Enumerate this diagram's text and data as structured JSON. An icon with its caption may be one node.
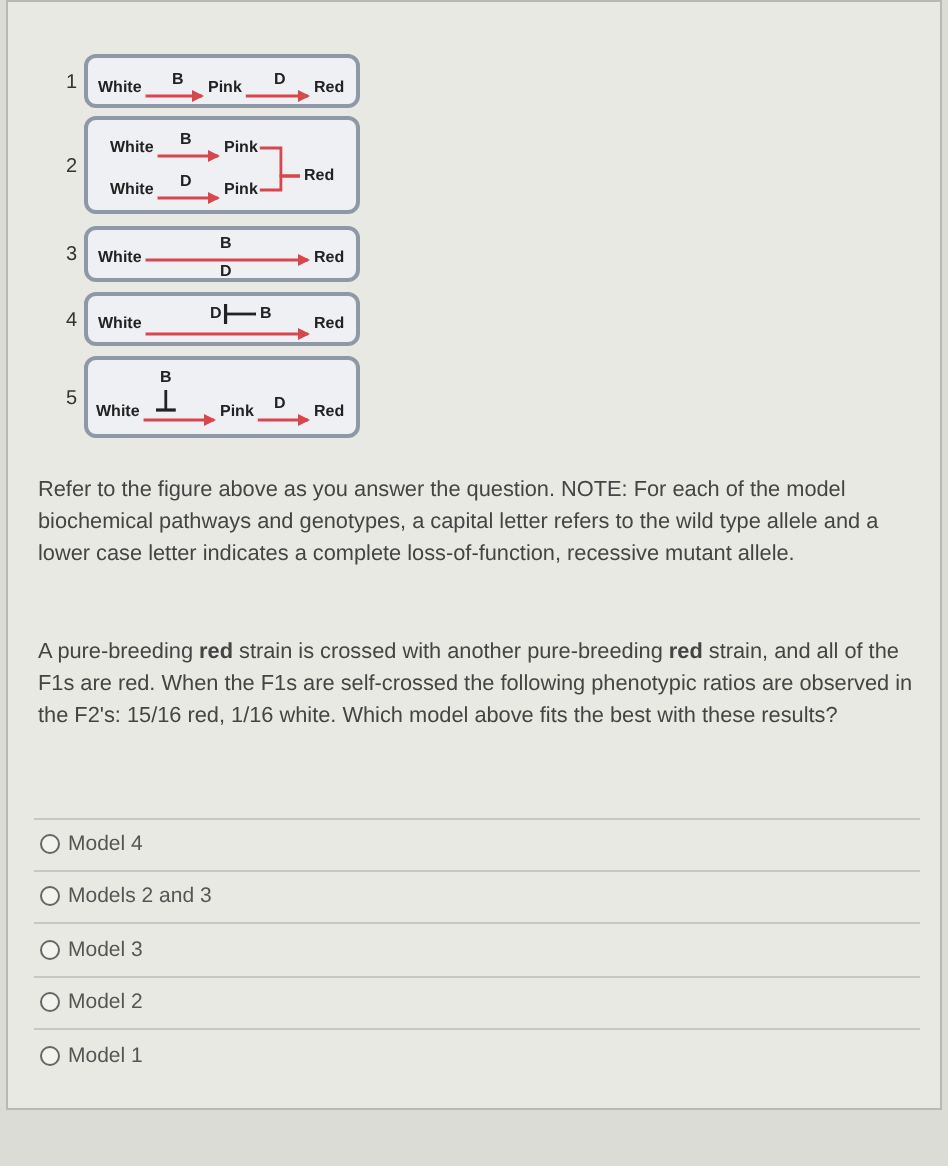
{
  "diagram": {
    "nodes": [
      {
        "text": [
          "1"
        ]
      },
      {
        "text": [
          "White"
        ],
        "in": 0
      },
      {
        "text": [
          "Pink"
        ],
        "in": 0
      },
      {
        "text": [
          "Red"
        ],
        "in": 0
      },
      {
        "text": [
          "2"
        ]
      },
      {
        "text": [
          "White"
        ],
        "in": 4
      },
      {
        "text": [
          "Pink"
        ],
        "in": 4
      },
      {
        "text": [
          "White"
        ],
        "in": 4
      },
      {
        "text": [
          "Pink"
        ],
        "in": 4
      },
      {
        "text": [
          "Red"
        ],
        "in": 4
      },
      {
        "text": [
          "3"
        ]
      },
      {
        "text": [
          "White"
        ],
        "in": 10
      },
      {
        "text": [
          "Red"
        ],
        "in": 10
      },
      {
        "text": [
          "4"
        ]
      },
      {
        "text": [
          "White"
        ],
        "in": 13
      },
      {
        "text": [
          "D"
        ],
        "in": 13
      },
      {
        "text": [
          "B"
        ],
        "in": 13
      },
      {
        "text": [
          "Red"
        ],
        "in": 13
      },
      {
        "text": [
          "5"
        ]
      },
      {
        "text": [
          "B"
        ],
        "in": 18
      },
      {
        "text": [
          "White"
        ],
        "in": 18
      },
      {
        "text": [
          "Pink"
        ],
        "in": 18
      },
      {
        "text": [
          "Red"
        ],
        "in": 18
      }
    ],
    "edges": [
      {
        "from": 1,
        "to": 2,
        "arrow": "to",
        "label": "B"
      },
      {
        "from": 2,
        "to": 3,
        "arrow": "to",
        "label": "D"
      },
      {
        "from": 5,
        "to": 6,
        "arrow": "to",
        "label": "B"
      },
      {
        "from": 7,
        "to": 8,
        "arrow": "to",
        "label": "D"
      },
      {
        "from": 6,
        "to": 9,
        "arrow": "none"
      },
      {
        "from": 8,
        "to": 9,
        "arrow": "none"
      },
      {
        "from": 11,
        "to": 12,
        "arrow": "to",
        "label": "B"
      },
      {
        "from": 14,
        "to": 17,
        "arrow": "to"
      },
      {
        "from": 16,
        "to": 15,
        "arrow": "other",
        "color": "#222222"
      },
      {
        "from": 19,
        "to": null,
        "arrow": "other",
        "color": "#222222"
      },
      {
        "from": 20,
        "to": 21,
        "arrow": "to"
      },
      {
        "from": 21,
        "to": 22,
        "arrow": "to",
        "label": "D"
      }
    ],
    "labels": [
      "D",
      "Refer to the figure above as you answer the question. NOTE: For each of the model biochemical pathways and genotypes, a capital letter refers to the wild type allele and a lower case letter indicates a complete loss-of-function, recessive mutant allele.",
      "A pure-breeding **red** strain is crossed with another pure-breeding **red** strain, and all of the F1s are red. When the F1s are self-crossed the following phenotypic ratios are observed in the F2's: 15/16 red, 1/16 white. Which model above fits the best with these results?",
      "Model 4",
      "Models 2 and 3",
      "Model 3",
      "Model 2",
      "Model 1"
    ]
  }
}
